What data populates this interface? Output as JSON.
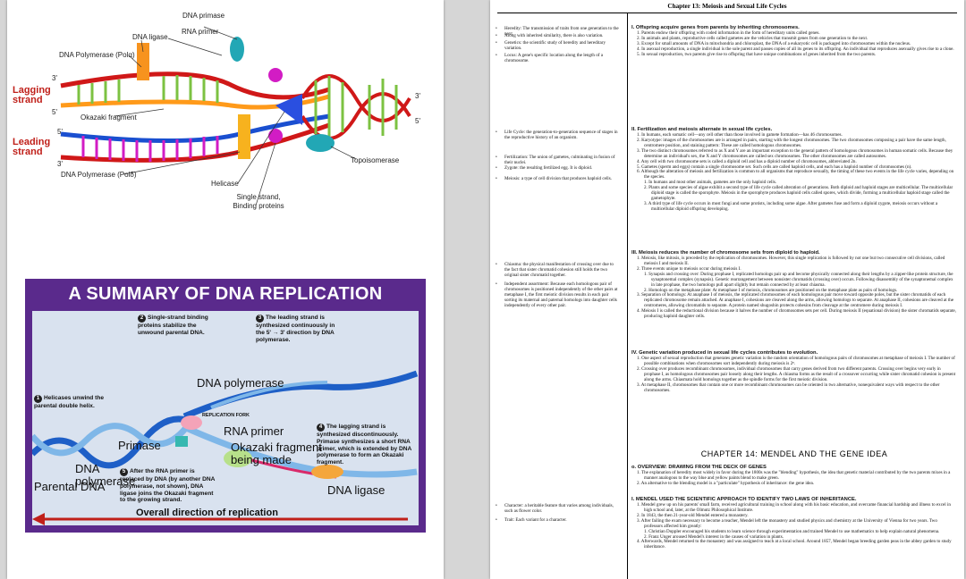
{
  "fig1": {
    "labels": {
      "primase": "DNA primase",
      "primer": "RNA primer",
      "ligase": "DNA ligase",
      "pol_alpha": "DNA Polymerase (Polα)",
      "lagging_3": "3'",
      "lagging": "Lagging strand",
      "lagging_5": "5'",
      "okazaki": "Okazaki fragment",
      "leading_5": "5'",
      "leading": "Leading strand",
      "leading_3": "3'",
      "pol_delta": "DNA Polymerase (Polδ)",
      "helicase": "Helicase",
      "ssb": "Single strand, Binding proteins",
      "topo": "Topoisomerase",
      "right_3": "3'",
      "right_5": "5'"
    }
  },
  "summary": {
    "title": "A SUMMARY OF DNA REPLICATION",
    "steps": [
      {
        "num": "1",
        "text": "Helicases unwind the parental double helix."
      },
      {
        "num": "2",
        "text": "Single-strand binding proteins stabilize the unwound parental DNA."
      },
      {
        "num": "3",
        "text": "The leading strand is synthesized continuously in the 5' → 3' direction by DNA polymerase."
      },
      {
        "num": "4",
        "text": "The lagging strand is synthesized discontinuously. Primase synthesizes a short RNA primer, which is extended by DNA polymerase to form an Okazaki fragment."
      },
      {
        "num": "5",
        "text": "After the RNA primer is replaced by DNA (by another DNA polymerase, not shown), DNA ligase joins the Okazaki fragment to the growing strand."
      }
    ],
    "labels": {
      "pol_top": "DNA polymerase",
      "fork": "REPLICATION FORK",
      "rna_primer": "RNA primer",
      "primase": "Primase",
      "okazaki": "Okazaki fragment being made",
      "dna_pol": "DNA polymerase",
      "parental": "Parental DNA",
      "ligase": "DNA ligase",
      "overall": "Overall direction of replication"
    }
  },
  "right": {
    "title": "Chapter 13: Meiosis and Sexual Life Cycles",
    "glossary": [
      {
        "text": "Heredity: The transmission of traits from one generation to the next."
      },
      {
        "text": "Along with inherited similarity, there is also variation."
      },
      {
        "text": "Genetics: the scientific study of heredity and hereditary variation."
      },
      {
        "text": "Locus: A gene's specific location along the length of a chromosome."
      },
      {
        "text": "Life Cycle: the generation-to-generation sequence of stages in the reproductive history of an organism."
      },
      {
        "text": "Fertilization: The union of gametes, culminating in fusion of their nuclei."
      },
      {
        "text": "Zygote: the resulting fertilized egg. It is diploid."
      },
      {
        "text": "Meiosis: a type of cell division that produces haploid cells."
      },
      {
        "text": "Chiasma: the physical manifestation of crossing over due to the fact that sister chromatid cohesion still holds the two original sister chromatid together."
      },
      {
        "text": "Independent assortment: Because each homologous pair of chromosomes is positioned independently of the other pairs at metaphase I, the first meiotic division results in each pair sorting its maternal and paternal homologs into daughter cells independently of every other pair."
      },
      {
        "text": "Character: a heritable feature that varies among individuals, such as flower color."
      },
      {
        "text": "Trait: Each variant for a character."
      }
    ],
    "sections": [
      {
        "head": "I. Offspring acquire genes from parents by inheriting chromosomes.",
        "items": [
          "1. Parents endow their offspring with coded information in the form of hereditary units called genes.",
          "2. In animals and plants, reproductive cells called gametes are the vehicles that transmit genes from one generation to the next.",
          "3. Except for small amounts of DNA in mitochondria and chloroplast, the DNA of a eukaryotic cell is packaged into chromosomes within the nucleus.",
          "4. In asexual reproduction, a single individual is the sole parent and passes copies of all its genes to its offspring. An individual that reproduces asexually gives rise to a clone.",
          "5. In sexual reproduction, two parents give rise to offspring that have unique combinations of genes inherited from the two parents."
        ]
      },
      {
        "head": "II. Fertilization and meiosis alternate in sexual life cycles.",
        "items": [
          "1. In humans, each somatic cell—any cell other than those involved in gamete formation—has 46 chromosomes.",
          "2. Karyotype: images of the chromosomes are is arranged in pairs, starting with the longest chromosomes. The two chromosomes composing a pair have the same length, centromere position, and staining pattern: These are called homologous chromosomes.",
          "3. The two distinct chromosomes referred to as X and Y are an important exception to the general pattern of homologous chromosomes in human somatic cells. Because they determine an individual's sex, the X and Y chromosomes are called sex chromosomes. The other chromosomes are called autosomes.",
          "4. Any cell with two chromosome sets is called a diploid cell and has a diploid number of chromosomes, abbreviated 2n.",
          "5. Gametes (sperm and eggs) contain a single chromosome set. Such cells are called haploid cells, and each has a haploid number of chromosomes (n).",
          "6. Although the alteration of meiosis and fertilization is common to all organisms that reproduce sexually, the timing of these two events in the life cycle varies, depending on the species.",
          "1. In humans and most other animals, gametes are the only haploid cells.",
          "2. Plants and some species of algae exhibit a second type of life cycle called alteration of generations. Both diploid and haploid stages are multicellular. The multicellular diploid stage is called the sporophyte. Meiosis in the sporophyte produces haploid cells called spores, which divide, forming a multicellular haploid stage called the gametophyte.",
          "3. A third type of life cycle occurs in most fungi and some protists, including some algae. After gametes fuse and form a diploid zygote, meiosis occurs without a multicellular diploid offspring developing."
        ]
      },
      {
        "head": "III. Meiosis reduces the number of chromosome sets from diploid to haploid.",
        "items": [
          "1. Meiosis, like mitosis, is preceded by the replication of chromosomes. However, this single replication is followed by not one but two consecutive cell divisions, called meiosis I and meiosis II.",
          "2. Three events unique to meiosis occur during meiosis I.",
          "1. Synapsis and crossing over: During prophase I, replicated homologs pair up and become physically connected along their lengths by a zipper-like protein structure, the synaptonemal complex (synapsis). Genetic rearrangement between nonsister chromatids (crossing over) occurs. Following disassembly of the synaptonemal complex in late prophase, the two homologs pull apart slightly but remain connected by at least chiasma.",
          "2. Homologs on the metaphase plate: At metaphase I of meiosis, chromosomes are positioned on the metaphase plate as pairs of homologs.",
          "3. Separation of homologs: At anaphase I of meiosis, the replicated chromosomes of each homologous pair move toward opposite poles, but the sister chromatids of each replicated chromosome remain attached. At anaphase I, cohesions are cleaved along the arms, allowing homologs to separate. At anaphase II, cohesions are cleaved at the centromeres, allowing chromatids to separate. A protein named shugoshin protects cohesins from cleavage at the centromere during meiosis I.",
          "4. Meiosis I is called the reductional division because it halves the number of chromosomes sets per cell. During meiosis II (equational division) the sister chromatids separate, producing haploid daughter cells."
        ]
      },
      {
        "head": "IV. Genetic variation produced in sexual life cycles contributes to evolution.",
        "items": [
          "1. One aspect of sexual reproduction that generates genetic variation is the random orientation of homologous pairs of chromosomes at metaphase of meiosis I. The number of possible combinations when chromosomes sort independently during meiosis is 2ⁿ.",
          "2. Crossing over produces recombinant chromosomes, individual chromosomes that carry genes derived from two different parents. Crossing over begins very early in prophase I, as homologous chromosomes pair loosely along their lengths. A chiasma forms as the result of a crossover occurring while sister chromatid cohesion is present along the arms. Chiasmata hold homologs together as the spindle forms for the first meiotic division.",
          "3. At metaphase II, chromosomes that contain one or more recombinant chromosomes can be oriented in two alternative, nonequivalent ways with respect to the other chromosomes."
        ]
      }
    ],
    "chapter7": "CHAPTER 14: MENDEL AND THE GENE IDEA",
    "ch7_sections": [
      {
        "head": "o. OVERVIEW: DRAWING FROM THE DECK OF GENES",
        "items": [
          "1. The explanation of heredity most widely in favor during the 1800s was the \"blending\" hypothesis, the idea that genetic material contributed by the two parents mixes in a manner analogous to the way blue and yellow paints blend to make green.",
          "2. An alternative to the blending model is a \"particulate\" hypothesis of inheritance: the gene idea."
        ]
      },
      {
        "head": "I. MENDEL USED THE SCIENTIFIC APPROACH TO IDENTIFY TWO LAWS OF INHERITANCE.",
        "items": [
          "1. Mendel grew up on his parents' small farm, received agricultural training in school along with his basic education, and overcame financial hardship and illness to excel in high school and, later, at the Olmutz Philosophical Institute.",
          "2. In 1843, the then 21-year-old Mendel entered a monastery.",
          "3. After failing the exam necessary to become a teacher, Mendel left the monastery and studied physics and chemistry at the University of Vienna for two years. Two professors affected him greatly:",
          "1. Christian Doppler encouraged his students to learn science through experimentation and trained Mendel to use mathematics to help explain natural phenomena.",
          "2. Franz Unger aroused Mendel's interest in the causes of variation in plants.",
          "4. Afterwards, Mendel returned to the monastery and was assigned to teach at a local school. Around 1857, Mendel began breeding garden peas in the abbey garden to study inheritance."
        ]
      }
    ]
  }
}
